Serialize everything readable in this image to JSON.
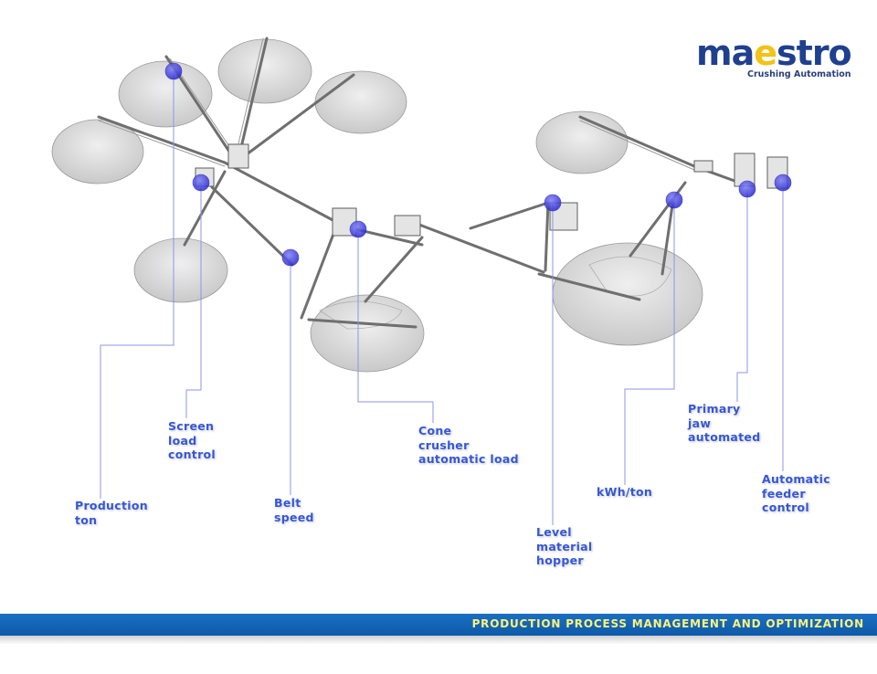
{
  "logo": {
    "brand_prefix": "ma",
    "brand_accent": "e",
    "brand_suffix": "stro",
    "tagline": "Crushing Automation"
  },
  "banner": {
    "text": "PRODUCTION PROCESS MANAGEMENT AND OPTIMIZATION"
  },
  "callouts": {
    "production_ton": [
      "Production",
      "ton"
    ],
    "screen_load_control": [
      "Screen",
      "load",
      "control"
    ],
    "belt_speed": [
      "Belt",
      "speed"
    ],
    "cone_crusher_automatic_load": [
      "Cone",
      "crusher",
      "automatic load"
    ],
    "level_material_hopper": [
      "Level",
      "material",
      "hopper"
    ],
    "kwh_ton": [
      "kWh/ton"
    ],
    "primary_jaw_automated": [
      "Primary",
      "jaw",
      "automated"
    ],
    "automatic_feeder_control": [
      "Automatic",
      "feeder",
      "control"
    ]
  },
  "colors": {
    "callout_text": "#3557d6",
    "marker": "#3a3ae0",
    "leader_line": "#8c96e6",
    "banner": "#0d5aa8",
    "banner_text": "#fff27a",
    "logo_blue": "#1f3f8f",
    "logo_yellow": "#f2c318"
  }
}
